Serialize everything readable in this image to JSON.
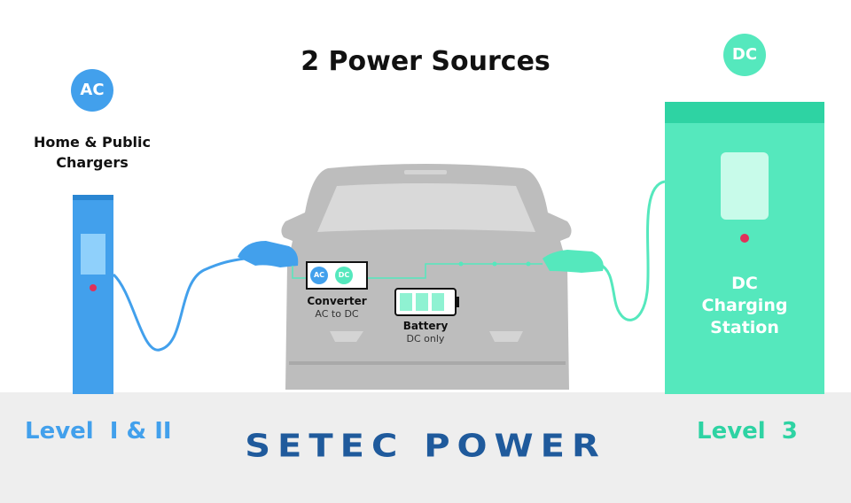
{
  "title": "2 Power Sources",
  "ac_source": {
    "badge": "AC",
    "label": "Home & Public Chargers",
    "level": "Level  I & II",
    "color": "#42a0ec"
  },
  "dc_source": {
    "badge": "DC",
    "label": "DC\nCharging\nStation",
    "level": "Level  3",
    "color": "#55e8bd"
  },
  "car": {
    "converter": {
      "title": "Converter",
      "subtitle": "AC to DC",
      "ac_chip": "AC",
      "dc_chip": "DC"
    },
    "battery": {
      "title": "Battery",
      "subtitle": "DC only"
    }
  },
  "brand": {
    "logo_text": "SETEC POWER",
    "color": "#1f5a9c"
  }
}
